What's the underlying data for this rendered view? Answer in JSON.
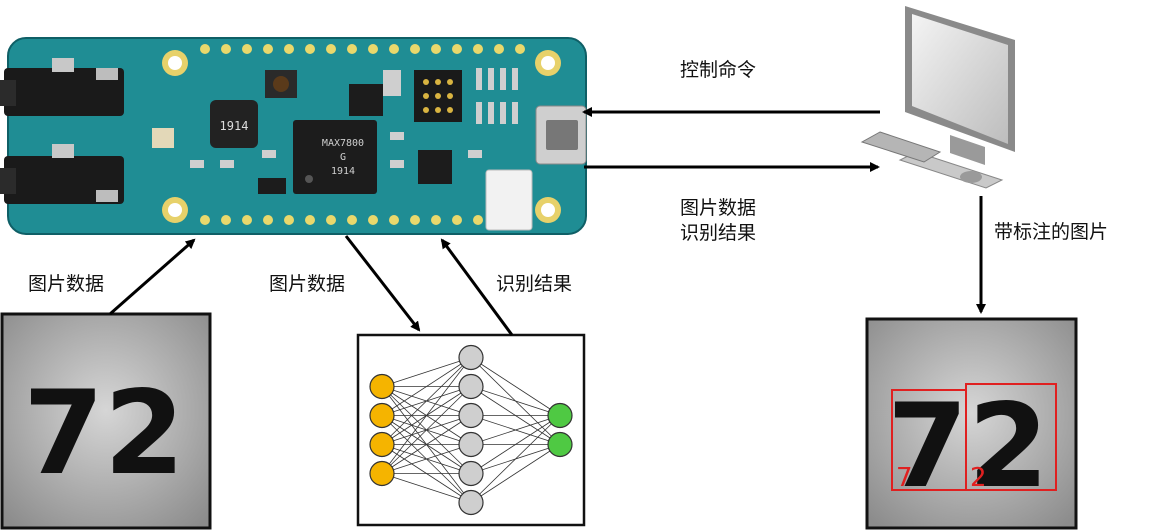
{
  "labels": {
    "image_data_left": "图片数据",
    "image_data_mid": "图片数据",
    "result_mid": "识别结果",
    "control_command": "控制命令",
    "image_data_right": "图片数据",
    "result_right": "识别结果",
    "annotated_image": "带标注的图片"
  },
  "board": {
    "chip_text": [
      "MAX7800",
      "G",
      "1914"
    ],
    "small_chip_text": "1914"
  },
  "images": {
    "input_digits": "72",
    "output_digits": "72",
    "box_labels": [
      "7",
      "2"
    ]
  },
  "neural_net": {
    "layers": [
      {
        "name": "input",
        "nodes": 4,
        "color": "#f5b400"
      },
      {
        "name": "hidden",
        "nodes": 6,
        "color": "#cfcfcf"
      },
      {
        "name": "output",
        "nodes": 2,
        "color": "#4fc943"
      }
    ]
  },
  "colors": {
    "board": "#1f8d94",
    "box": "#e02020",
    "arrow": "#000000"
  }
}
